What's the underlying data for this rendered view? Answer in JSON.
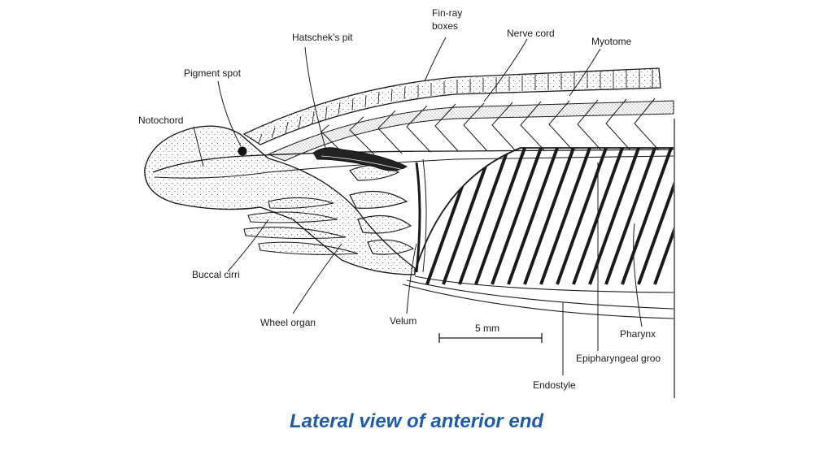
{
  "diagram": {
    "labels": {
      "fin_ray_boxes_1": "Fin-ray",
      "fin_ray_boxes_2": "boxes",
      "nerve_cord": "Nerve cord",
      "hatscheks_pit": "Hatschek’s pit",
      "myotome": "Myotome",
      "pigment_spot": "Pigment spot",
      "notochord": "Notochord",
      "buccal_cirri": "Buccal cirri",
      "wheel_organ": "Wheel organ",
      "velum": "Velum",
      "scale_bar": "5 mm",
      "pharynx": "Pharynx",
      "epipharyngeal_groove": "Epipharyngeal groo",
      "endostyle": "Endostyle"
    }
  },
  "caption": "Lateral view of anterior end",
  "colors": {
    "caption": "#1f5ba8",
    "ink": "#1a1a1a"
  }
}
